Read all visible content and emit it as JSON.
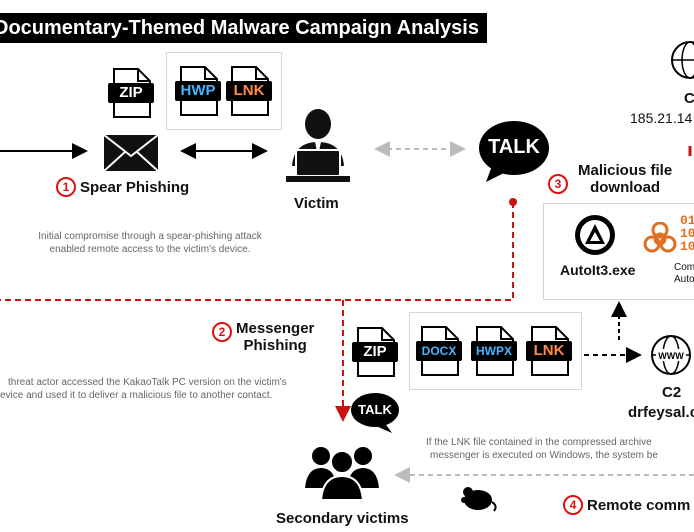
{
  "title": "Documentary-Themed Malware Campaign Analysis",
  "files": {
    "zip": "ZIP",
    "hwp": "HWP",
    "lnk": "LNK",
    "docx": "DOCX",
    "hwpx": "HWPX"
  },
  "steps": {
    "step1_num": "1",
    "step1_label": "Spear Phishing",
    "step2_num": "2",
    "step2_line1": "Messenger",
    "step2_line2": "Phishing",
    "step3_num": "3",
    "step3_line1": "Malicious file",
    "step3_line2": "download",
    "step4_num": "4",
    "step4_label": "Remote comm"
  },
  "nodes": {
    "victim": "Victim",
    "secondary": "Secondary victims",
    "talk": "TALK",
    "c2_top_label": "C",
    "c2_top_ip": "185.21.14",
    "c2_bottom_label": "C2",
    "c2_bottom_domain": "drfeysal.c",
    "www": "WWW",
    "autoit": "AutoIt3.exe",
    "compiled_line1": "Com",
    "compiled_line2": "AutoI",
    "binary_line1": "01",
    "binary_line2": "10",
    "binary_line3": "10"
  },
  "notes": {
    "note1_line1": "Initial compromise through a spear-phishing attack",
    "note1_line2": "enabled remote access to the victim's device.",
    "note2_line1": "threat actor accessed the KakaoTalk PC version on the victim's",
    "note2_line2": "evice and used it to deliver a malicious file to another contact.",
    "note3_line1": "If the LNK file contained in the compressed archive",
    "note3_line2": "messenger is executed on Windows, the system be"
  },
  "colors": {
    "accent_red": "#cc1111",
    "dashed_gray": "#bdbdbd",
    "blue_label": "#4ab3ff",
    "orange_label": "#ff8b4a"
  },
  "icons": [
    "zip-file-icon",
    "hwp-file-icon",
    "lnk-file-icon",
    "envelope-icon",
    "victim-user-icon",
    "talk-bubble-icon",
    "globe-icon",
    "autoit-icon",
    "biohazard-icon",
    "docx-file-icon",
    "hwpx-file-icon",
    "group-users-icon",
    "mouse-icon"
  ]
}
